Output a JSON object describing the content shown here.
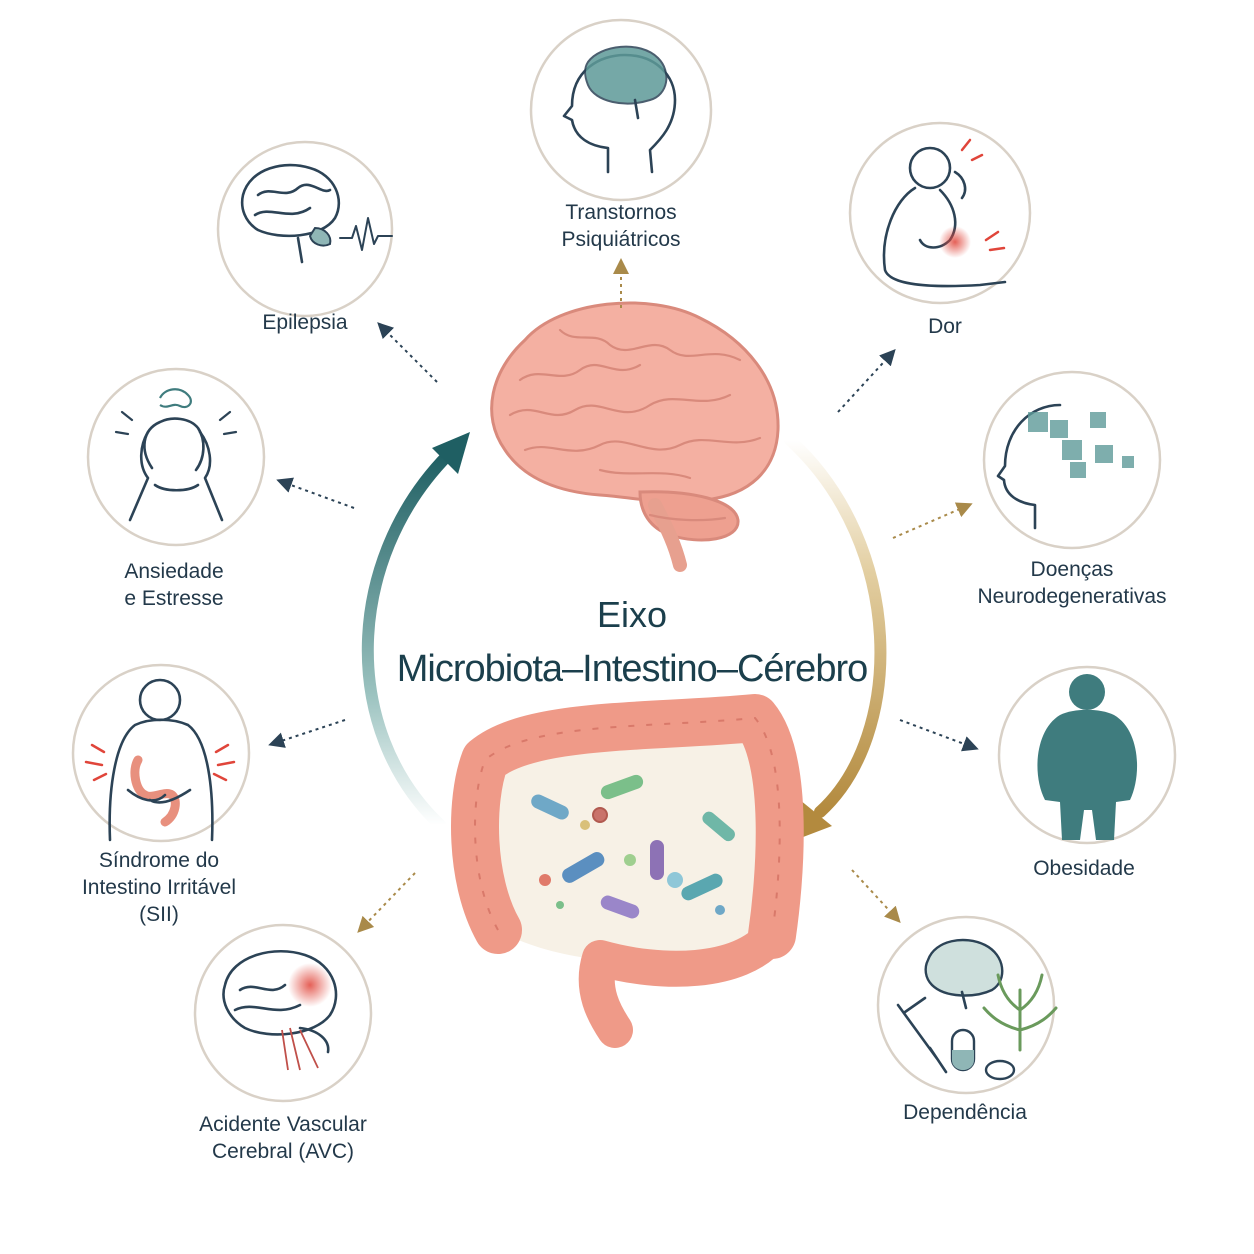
{
  "title": {
    "line1": "Eixo",
    "line2": "Microbiota–Intestino–Cérebro"
  },
  "conditions": [
    {
      "id": "transtornos",
      "icon": "head-brain-icon",
      "lines": [
        "Transtornos",
        "Psiquiátricos"
      ]
    },
    {
      "id": "dor",
      "icon": "person-pain-icon",
      "lines": [
        "Dor"
      ]
    },
    {
      "id": "neuro",
      "icon": "head-puzzle-icon",
      "lines": [
        "Doenças",
        "Neurodegenerativas"
      ]
    },
    {
      "id": "obesidade",
      "icon": "body-silhouette-icon",
      "lines": [
        "Obesidade"
      ]
    },
    {
      "id": "dependencia",
      "icon": "brain-drugs-icon",
      "lines": [
        "Dependência"
      ]
    },
    {
      "id": "avc",
      "icon": "brain-stroke-icon",
      "lines": [
        "Acidente Vascular",
        "Cerebral (AVC)"
      ]
    },
    {
      "id": "sii",
      "icon": "person-gut-icon",
      "lines": [
        "Síndrome do",
        "Intestino Irritável",
        "(SII)"
      ]
    },
    {
      "id": "ansiedade",
      "icon": "head-hands-icon",
      "lines": [
        "Ansiedade",
        "e Estresse"
      ]
    },
    {
      "id": "epilepsia",
      "icon": "brain-wave-icon",
      "lines": [
        "Epilepsia"
      ]
    }
  ],
  "colors": {
    "teal_arrow": "#1f5f63",
    "gold_arrow": "#b38a3e",
    "brain": "#f2a99a",
    "gut": "#ef9a88",
    "icon_teal": "#5e9a98",
    "pain_red": "#e0453a"
  }
}
